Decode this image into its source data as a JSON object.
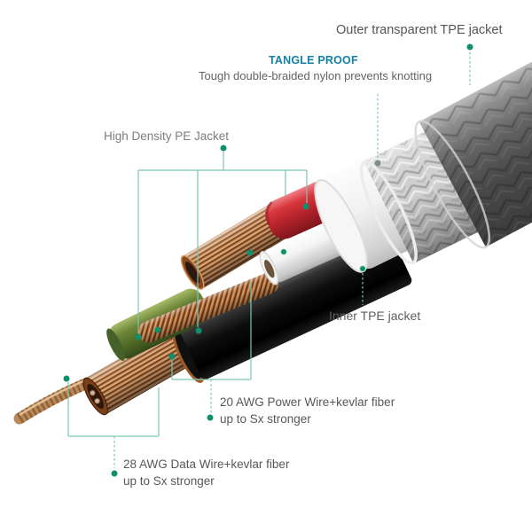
{
  "accent_teal": "#119a72",
  "accent_blue": "#1580a8",
  "callouts": {
    "outer_jacket": {
      "label": "Outer transparent TPE jacket"
    },
    "tangle_proof": {
      "title": "TANGLE PROOF",
      "subtitle": "Tough double-braided nylon prevents knotting"
    },
    "pe_jacket": {
      "label": "High Density PE Jacket"
    },
    "inner_jacket": {
      "label": "Inner TPE jacket"
    },
    "power_wire": {
      "line1": "20 AWG Power Wire+kevlar fiber",
      "line2": "up to Sx stronger"
    },
    "data_wire": {
      "line1": "28 AWG Data Wire+kevlar fiber",
      "line2": "up to Sx stronger"
    }
  }
}
